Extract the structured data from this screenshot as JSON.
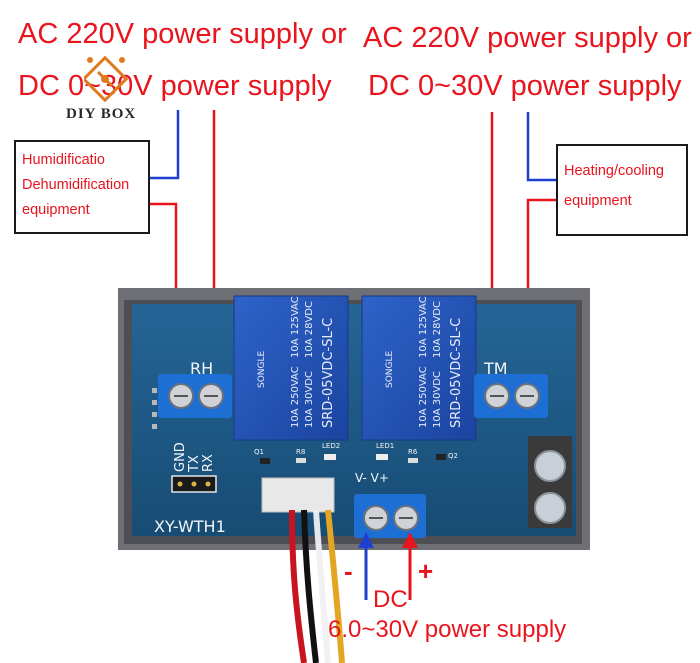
{
  "titles": {
    "left_line1": "AC 220V power supply or",
    "left_line2": "DC 0~30V power supply",
    "right_line1": "AC 220V power supply or",
    "right_line2": "DC 0~30V power supply"
  },
  "logo": {
    "text": "DIY BOX"
  },
  "boxes": {
    "left_lines": [
      "Humidificatio",
      "Dehumidification",
      "equipment"
    ],
    "right_lines": [
      "Heating/cooling",
      "equipment"
    ]
  },
  "board": {
    "model": "XY-WTH1",
    "left_terminal": "RH",
    "right_terminal": "TM",
    "pins": [
      "GND",
      "TX",
      "RX"
    ],
    "power_pins": "V- V+",
    "components": {
      "q1": "Q1",
      "q2": "Q2",
      "r8": "R8",
      "r6": "R6",
      "led2": "LED2",
      "led1": "LED1"
    },
    "relay": {
      "brand": "SONGLE",
      "model": "SRD-05VDC-SL-C",
      "rating1": "10A 250VAC",
      "rating2": "10A 125VAC",
      "rating3": "10A 30VDC",
      "rating4": "10A 28VDC"
    }
  },
  "dc_input": {
    "minus": "-",
    "plus": "+",
    "label": "DC",
    "voltage": "6.0~30V power supply"
  },
  "colors": {
    "red": "#e8141e",
    "blue": "#1f3fd1",
    "board": "#1f5b8a",
    "terminal": "#1e6fd4"
  }
}
